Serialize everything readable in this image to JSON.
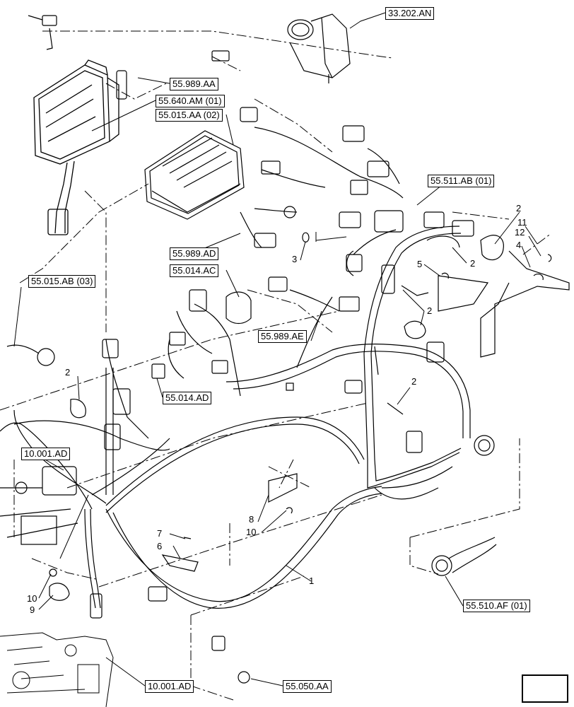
{
  "references": [
    "33.202.AN",
    "55.989.AA",
    "55.640.AM (01)",
    "55.015.AA (02)",
    "55.511.AB (01)",
    "55.989.AD",
    "55.014.AC",
    "55.015.AB (03)",
    "55.989.AE",
    "55.014.AD",
    "10.001.AD",
    "55.510.AF (01)",
    "10.001.AD",
    "55.050.AA"
  ],
  "callouts": [
    "2",
    "11",
    "12",
    "4",
    "5",
    "2",
    "3",
    "2",
    "2",
    "2",
    "8",
    "10",
    "7",
    "6",
    "1",
    "10",
    "9"
  ],
  "icons": {
    "navigation": "arrow-icon"
  }
}
